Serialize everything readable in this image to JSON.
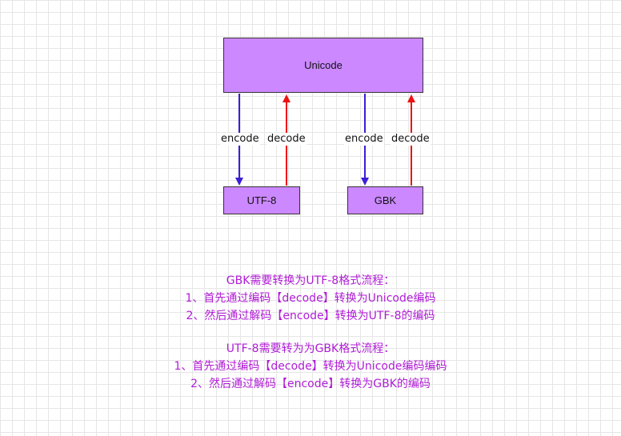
{
  "boxes": {
    "unicode": "Unicode",
    "utf8": "UTF-8",
    "gbk": "GBK"
  },
  "arrows": {
    "left_encode": "encode",
    "left_decode": "decode",
    "right_encode": "encode",
    "right_decode": "decode"
  },
  "colors": {
    "box_fill": "#cc88ff",
    "encode_arrow": "#3b1fd6",
    "decode_arrow": "#ee1111",
    "note_text": "#b01cd6"
  },
  "notes": {
    "section1": {
      "title": "GBK需要转换为UTF-8格式流程：",
      "step1": "1、首先通过编码【decode】转换为Unicode编码",
      "step2": "2、然后通过解码【encode】转换为UTF-8的编码"
    },
    "section2": {
      "title": "UTF-8需要转为为GBK格式流程：",
      "step1": "1、首先通过编码【decode】转换为Unicode编码编码",
      "step2": "2、然后通过解码【encode】转换为GBK的编码"
    }
  }
}
